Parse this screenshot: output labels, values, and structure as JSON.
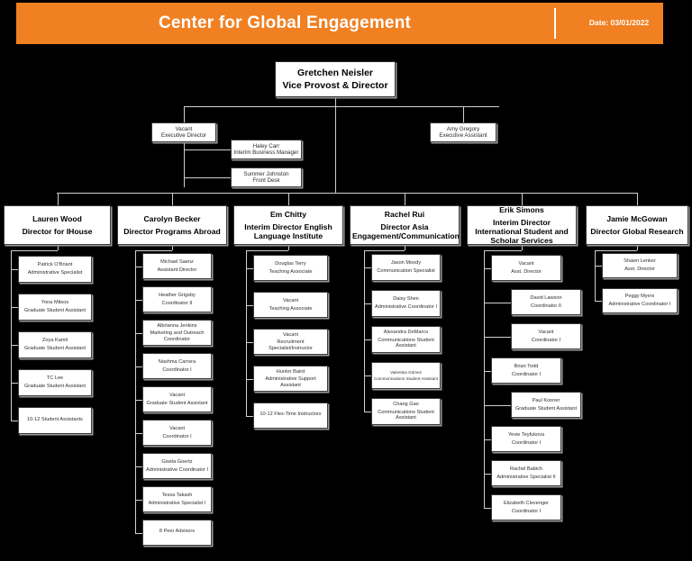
{
  "header": {
    "title": "Center for Global Engagement",
    "date_label": "Date: 03/01/2022",
    "accent_color": "#F08022",
    "text_color": "#FFFFFF"
  },
  "root": {
    "name": "Gretchen Neisler",
    "title": "Vice Provost & Director"
  },
  "executives": [
    {
      "name": "Vacant",
      "title": "Executive Director"
    },
    {
      "name": "Haley Carr",
      "title": "Interim Business Manager"
    },
    {
      "name": "Summer Johnston",
      "title": "Front Desk"
    },
    {
      "name": "Amy Gregory",
      "title": "Executive Assistant"
    }
  ],
  "departments": [
    {
      "head": {
        "name": "Lauren Wood",
        "title": "Director for IHouse"
      },
      "staff": [
        {
          "name": "Patrick O'Briant",
          "title": "Administrative Specialist"
        },
        {
          "name": "Yona Mitsos",
          "title": "Graduate Student Assistant"
        },
        {
          "name": "Zoya Kamil",
          "title": "Graduate Student Assistant"
        },
        {
          "name": "TC Lee",
          "title": "Graduate Student Assistant"
        },
        {
          "name": "10-12 Student Assistants",
          "title": ""
        }
      ]
    },
    {
      "head": {
        "name": "Carolyn Becker",
        "title": "Director Programs Abroad"
      },
      "staff": [
        {
          "name": "Michael Saenz",
          "title": "Assistant Director"
        },
        {
          "name": "Heather Grigsby",
          "title": "Coordinator II"
        },
        {
          "name": "Albrianna Jenkins",
          "title": "Marketing and Outreach Coordinator"
        },
        {
          "name": "Nashma Carrera",
          "title": "Coordinator I"
        },
        {
          "name": "Vacant",
          "title": "Graduate Student Assistant"
        },
        {
          "name": "Vacant",
          "title": "Coordinator I"
        },
        {
          "name": "Gisela Goertz",
          "title": "Administrative Coordinator I"
        },
        {
          "name": "Tessa Takash",
          "title": "Administrative Specialist I"
        },
        {
          "name": "8 Peer Advisors",
          "title": ""
        }
      ]
    },
    {
      "head": {
        "name": "Em Chitty",
        "title": "Interim Director English Language Institute"
      },
      "staff": [
        {
          "name": "Douglas Terry",
          "title": "Teaching Associate"
        },
        {
          "name": "Vacant",
          "title": "Teaching Associate"
        },
        {
          "name": "Vacant",
          "title": "Recruitment Specialist/Instructor"
        },
        {
          "name": "Hunter Baird",
          "title": "Administrative Support Assistant"
        },
        {
          "name": "10-12 Flex-Time Instructors",
          "title": ""
        }
      ]
    },
    {
      "head": {
        "name": "Rachel Rui",
        "title": "Director Asia Engagement/Communications"
      },
      "staff": [
        {
          "name": "Jason Moody",
          "title": "Communication Specialist"
        },
        {
          "name": "Daisy Shen",
          "title": "Administrative Coordinator I"
        },
        {
          "name": "Alexandra DeMarco",
          "title": "Communications Student Assistant"
        },
        {
          "name": "Valentina Gómez",
          "title": "Communications Student Assistant"
        },
        {
          "name": "Chang Gao",
          "title": "Communications Student Assistant"
        }
      ]
    },
    {
      "head": {
        "name": "Erik Simons",
        "title": "Interim Director International Student and Scholar Services"
      },
      "staff": [
        {
          "name": "Vacant",
          "title": "Asst. Director"
        },
        {
          "name": "David Lawson",
          "title": "Coordinator II"
        },
        {
          "name": "Vacant",
          "title": "Coordinator I"
        },
        {
          "name": "Brian Todd",
          "title": "Coordinator I"
        },
        {
          "name": "Paul Kooner",
          "title": "Graduate Student Assistant"
        },
        {
          "name": "Yevie Teyfukova",
          "title": "Coordinator I"
        },
        {
          "name": "Rachel Babich",
          "title": "Administrative Specialist II"
        },
        {
          "name": "Elizabeth Clevenger",
          "title": "Coordinator I"
        }
      ]
    },
    {
      "head": {
        "name": "Jamie McGowan",
        "title": "Director Global Research"
      },
      "staff": [
        {
          "name": "Shawn Lenker",
          "title": "Asst. Director"
        },
        {
          "name": "Peggy Myers",
          "title": "Administrative Coordinator I"
        }
      ]
    }
  ]
}
